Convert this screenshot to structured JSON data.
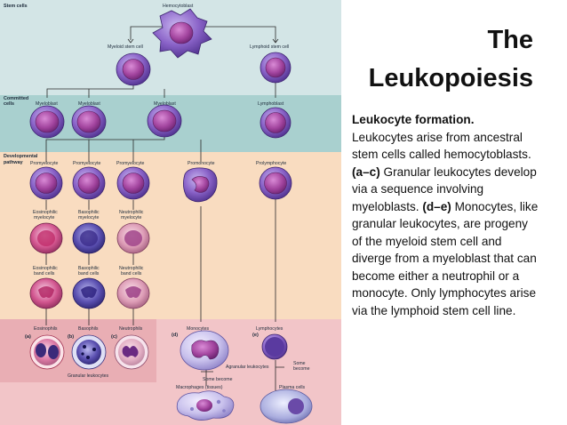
{
  "title": {
    "line1": "The",
    "line2": "Leukopoiesis"
  },
  "description": {
    "heading": "Leukocyte formation.",
    "t1": " Leukocytes arise from ancestral stem cells called hemocytoblasts. ",
    "b1": "(a–c)",
    "t2": " Granular leukocytes develop via a sequence involving myeloblasts. ",
    "b2": "(d–e)",
    "t3": " Monocytes, like granular leukocytes, are progeny of the myeloid stem cell and diverge from a myeloblast that can become either a neutrophil or a monocyte. Only lymphocytes arise via the lymphoid stem cell line."
  },
  "diagram": {
    "zones": {
      "stem": "Stem cells",
      "committed_1": "Committed",
      "committed_2": "cells",
      "developmental_1": "Developmental",
      "developmental_2": "pathway"
    },
    "labels": {
      "hemocytoblast": "Hemocytoblast",
      "myeloid_stem": "Myeloid stem cell",
      "lymphoid_stem": "Lymphoid stem cell",
      "myeloblast": "Myeloblast",
      "lymphoblast": "Lymphoblast",
      "promyelocyte": "Promyelocyte",
      "promonocyte": "Promonocyte",
      "prolymphocyte": "Prolymphocyte",
      "eos_myelocyte_1": "Eosinophilic",
      "eos_myelocyte_2": "myelocyte",
      "baso_myelocyte_1": "Basophilic",
      "baso_myelocyte_2": "myelocyte",
      "neut_myelocyte_1": "Neutrophilic",
      "neut_myelocyte_2": "myelocyte",
      "eos_band_1": "Eosinophilic",
      "eos_band_2": "band cells",
      "baso_band_1": "Basophilic",
      "baso_band_2": "band cells",
      "neut_band_1": "Neutrophilic",
      "neut_band_2": "band cells",
      "eosinophils": "Eosinophils",
      "basophils": "Basophils",
      "neutrophils": "Neutrophils",
      "monocytes": "Monocytes",
      "lymphocytes": "Lymphocytes",
      "granular_leukocytes": "Granular leukocytes",
      "agranular_leukocytes": "Agranular leukocytes",
      "some_become_1": "Some become",
      "some_become_2_1": "Some",
      "some_become_2_2": "become",
      "macrophages": "Macrophages (tissues)",
      "plasma_cells": "Plasma cells"
    },
    "letters": {
      "a": "(a)",
      "b": "(b)",
      "c": "(c)",
      "d": "(d)",
      "e": "(e)"
    },
    "colors": {
      "stem_zone": "#d3e5e6",
      "committed_zone": "#a9d0cf",
      "developmental_zone": "#f9dcc0",
      "mature_zone": "#f2c5c8",
      "granular_box": "#e9aeb4",
      "cell_purple": "#7a4fb0",
      "nucleus_purple": "#9d3fa6"
    }
  }
}
